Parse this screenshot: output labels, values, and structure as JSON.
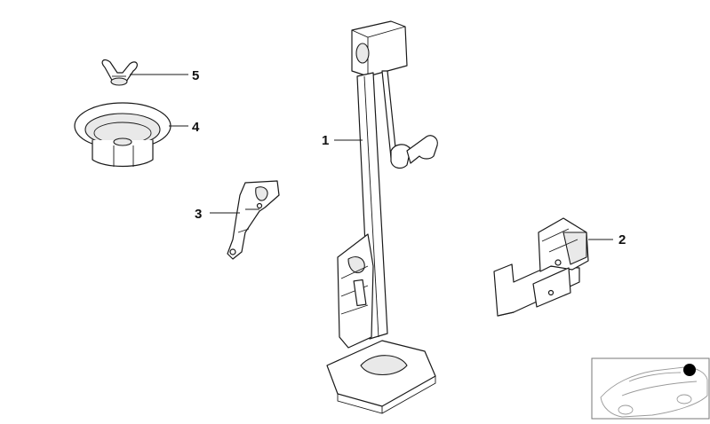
{
  "diagram": {
    "callouts": [
      {
        "id": "callout-1",
        "label": "1"
      },
      {
        "id": "callout-2",
        "label": "2"
      },
      {
        "id": "callout-3",
        "label": "3"
      },
      {
        "id": "callout-4",
        "label": "4"
      },
      {
        "id": "callout-5",
        "label": "5"
      }
    ],
    "parts": [
      {
        "callout": "1",
        "icon": "vehicle-jack-icon"
      },
      {
        "callout": "2",
        "icon": "jack-holder-bracket-icon"
      },
      {
        "callout": "3",
        "icon": "mounting-bracket-icon"
      },
      {
        "callout": "4",
        "icon": "rubber-grommet-icon"
      },
      {
        "callout": "5",
        "icon": "wing-nut-icon"
      }
    ],
    "inset": {
      "icon": "vehicle-location-icon",
      "marker_color": "#000000"
    }
  }
}
